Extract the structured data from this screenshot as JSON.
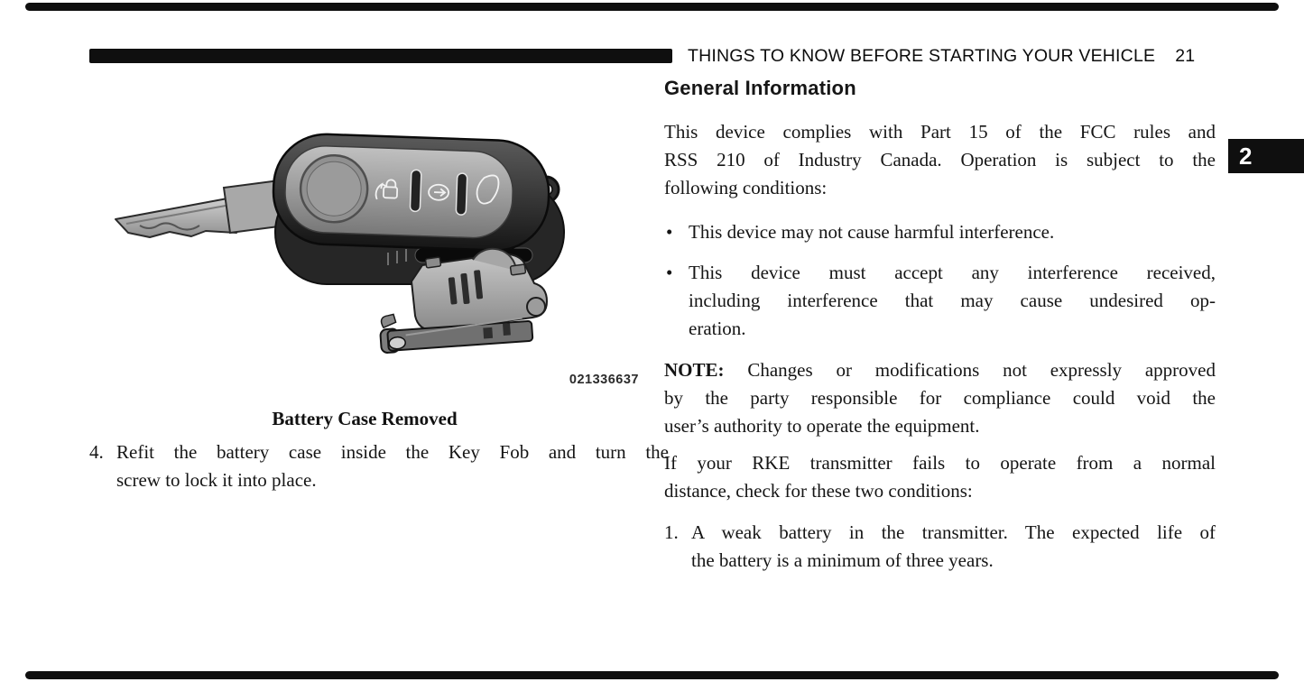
{
  "header": {
    "title": "THINGS TO KNOW BEFORE STARTING YOUR VEHICLE",
    "page_number": "21"
  },
  "chapter_tab": {
    "label": "2"
  },
  "figure": {
    "code": "021336637",
    "caption": "Battery Case Removed"
  },
  "left_column": {
    "step": {
      "number": "4.",
      "lines": [
        "Refit the battery case inside the Key Fob and turn the",
        "screw to lock it into place."
      ]
    }
  },
  "right_column": {
    "section_title": "General Information",
    "intro": {
      "lines": [
        "This device complies with Part 15 of the FCC rules and",
        "RSS 210 of Industry Canada. Operation is subject to the",
        "following conditions:"
      ]
    },
    "bullet_glyph": "•",
    "bullets": [
      {
        "lines": [
          "This device may not cause harmful interference."
        ]
      },
      {
        "lines": [
          "This device must accept any interference received,",
          "including interference that may cause undesired op-",
          "eration."
        ]
      }
    ],
    "note": {
      "label": "NOTE:",
      "lines": [
        "Changes or modifications not expressly approved",
        "by the party responsible for compliance could void the",
        "user’s authority to operate the equipment."
      ]
    },
    "transmitter_para": {
      "lines": [
        "If your RKE transmitter fails to operate from a normal",
        "distance, check for these two conditions:"
      ]
    },
    "list_item_1": {
      "number": "1.",
      "lines": [
        "A weak battery in the transmitter. The expected life of",
        "the battery is a minimum of three years."
      ]
    }
  },
  "colors": {
    "ink": "#0f0f0f",
    "paper": "#ffffff"
  }
}
